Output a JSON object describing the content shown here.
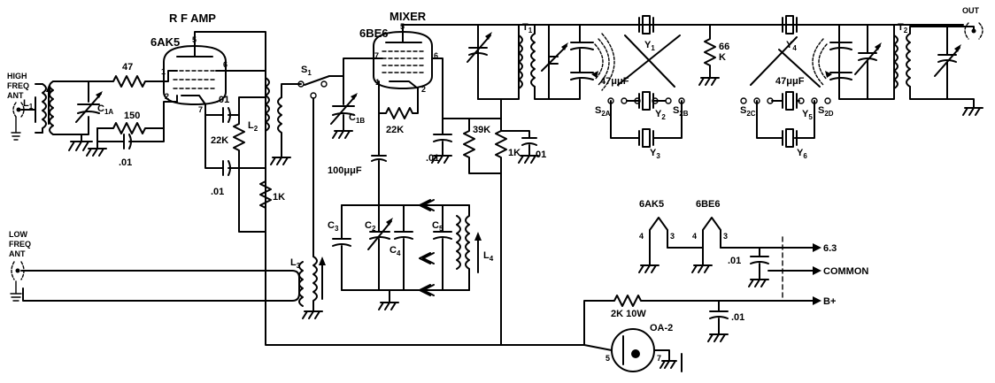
{
  "titles": {
    "rf_amp": "R F AMP",
    "rf_tube": "6AK5",
    "mixer": "MIXER",
    "mixer_tube": "6BE6"
  },
  "antennas": {
    "high": [
      "HIGH",
      "FREQ",
      "ANT"
    ],
    "low": [
      "LOW",
      "FREQ",
      "ANT"
    ],
    "out": "OUT"
  },
  "components": {
    "L1": "L",
    "L1_sub": "1",
    "L2": "L",
    "L2_sub": "2",
    "L3": "L",
    "L3_sub": "3",
    "L4": "L",
    "L4_sub": "4",
    "C1A": "C",
    "C1A_sub": "1A",
    "C1B": "C",
    "C1B_sub": "1B",
    "C2": "C",
    "C2_sub": "2",
    "C3": "C",
    "C3_sub": "3",
    "C4": "C",
    "C4_sub": "4",
    "C5": "C",
    "C5_sub": "5",
    "R47": "47",
    "R150": "150",
    "C01a": ".01",
    "C01b": ".01",
    "C01c": ".01",
    "C01d": ".01",
    "C01e": ".01",
    "C01f": ".01",
    "C01g": ".01",
    "R22Ka": "22K",
    "R22Kb": "22K",
    "R1Ka": "1K",
    "R1Kb": "1K",
    "R39K": "39K",
    "R66K": [
      "66",
      "K"
    ],
    "C100": "100μμF",
    "C47a": "47μμF",
    "C47b": "47μμF",
    "R2K": "2K 10W",
    "S1": "S",
    "S1_sub": "1",
    "T1": "T",
    "T1_sub": "1",
    "T2": "T",
    "T2_sub": "2",
    "S2A": "S",
    "S2A_sub": "2A",
    "S2B": "S",
    "S2B_sub": "2B",
    "S2C": "S",
    "S2C_sub": "2C",
    "S2D": "S",
    "S2D_sub": "2D",
    "Y1": "Y",
    "Y1_sub": "1",
    "Y2": "Y",
    "Y2_sub": "2",
    "Y3": "Y",
    "Y3_sub": "3",
    "Y4": "Y",
    "Y4_sub": "4",
    "Y5": "Y",
    "Y5_sub": "5",
    "Y6": "Y",
    "Y6_sub": "6",
    "OA2": "OA-2"
  },
  "pins": {
    "rf1": "1",
    "rf2": "2",
    "rf5": "5",
    "rf6": "6",
    "rf7": "7",
    "mx1": "1",
    "mx2": "2",
    "mx5": "5",
    "mx6": "6",
    "mx7": "7",
    "h4a": "4",
    "h3a": "3",
    "h4b": "4",
    "h3b": "3",
    "oa5": "5",
    "oa7": "7"
  },
  "power": {
    "heater_label_a": "6AK5",
    "heater_label_b": "6BE6",
    "v63": "6.3",
    "common": "COMMON",
    "bplus": "B+"
  }
}
